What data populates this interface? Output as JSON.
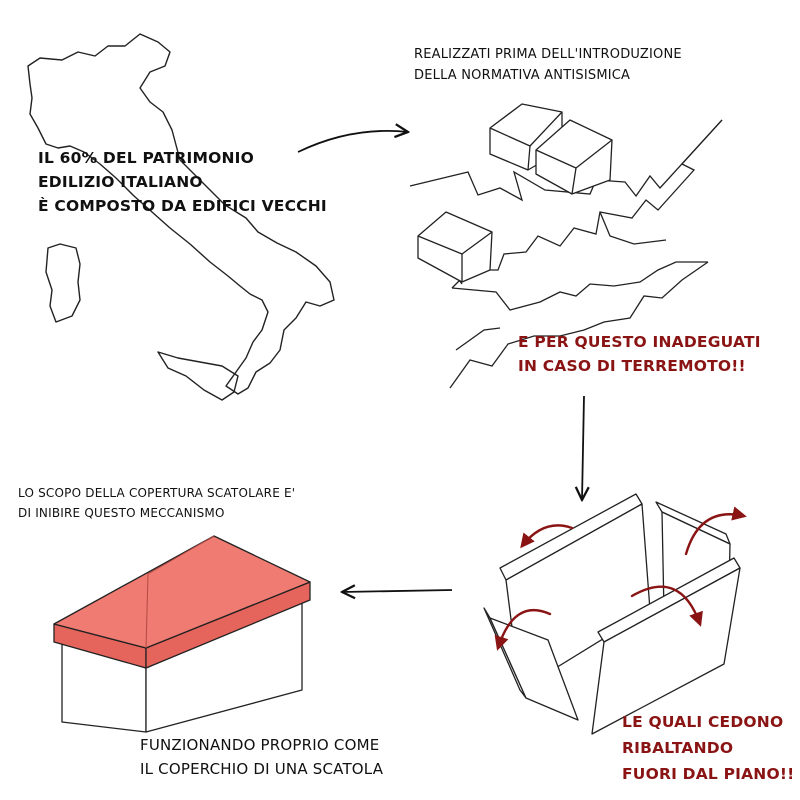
{
  "texts": {
    "italy_lines": [
      "IL 60% DEL PATRIMONIO",
      "EDILIZIO ITALIANO",
      "È COMPOSTO DA EDIFICI VECCHI"
    ],
    "before_lines": [
      "REALIZZATI PRIMA DELL'INTRODUZIONE",
      "DELLA NORMATIVA ANTISISMICA"
    ],
    "inadequate_lines": [
      "E PER QUESTO INADEGUATI",
      "IN CASO DI TERREMOTO!!"
    ],
    "scope_lines": [
      "LO SCOPO DELLA COPERTURA SCATOLARE E'",
      "DI INIBIRE QUESTO MECCANISMO"
    ],
    "cover_lines": [
      "FUNZIONANDO PROPRIO COME",
      "IL COPERCHIO DI UNA SCATOLA"
    ],
    "fail_lines": [
      "LE QUALI CEDONO",
      "RIBALTANDO",
      "FUORI DAL PIANO!!"
    ]
  },
  "colors": {
    "ink": "#111111",
    "warning_text": "#8a1414",
    "roof_fill": "#ef7b72",
    "rotation_arrow": "#8a1414"
  },
  "icons": [
    "italy-map-icon",
    "houses-icon",
    "earthquake-crack-icon",
    "collapsing-walls-icon",
    "box-roof-building-icon",
    "arrow-icon"
  ]
}
